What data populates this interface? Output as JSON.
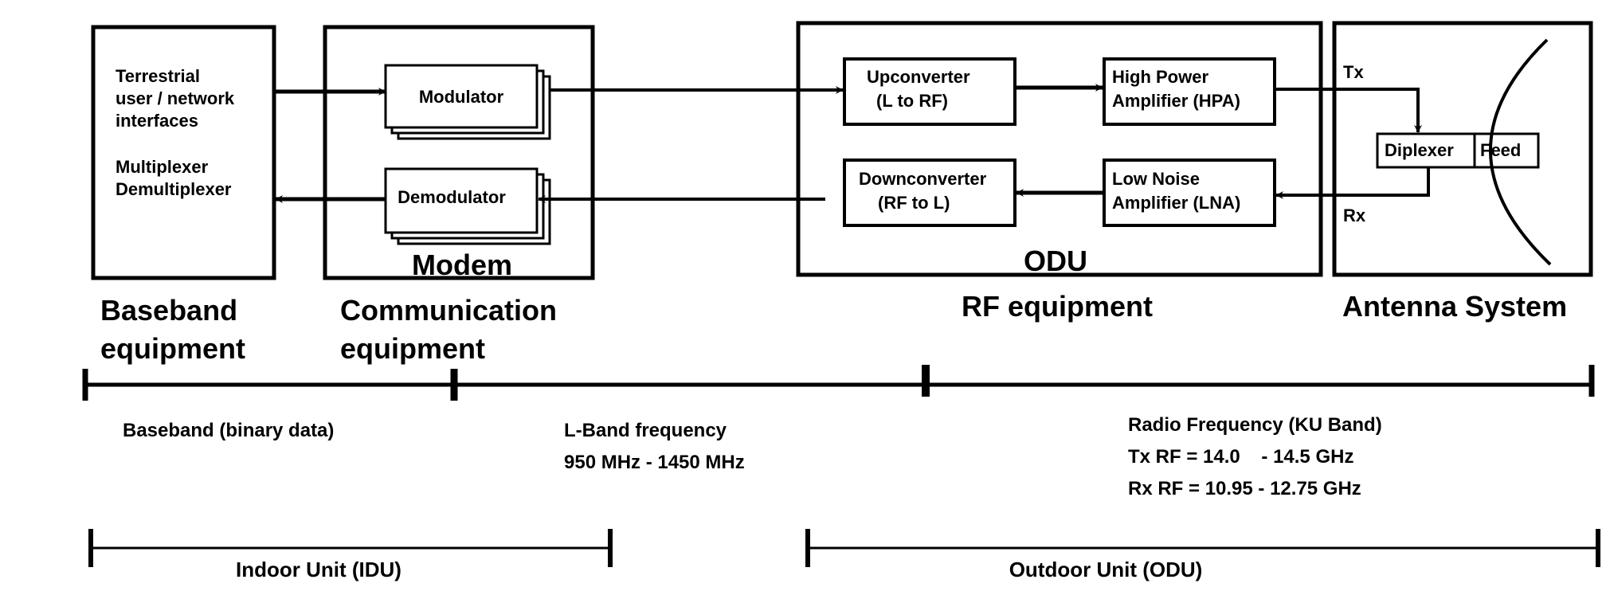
{
  "baseband": {
    "line1": "Terrestrial",
    "line2": "user / network",
    "line3": "interfaces",
    "line4": "Multiplexer",
    "line5": "Demultiplexer",
    "caption_line1": "Baseband",
    "caption_line2": "equipment"
  },
  "modem": {
    "modulator": "Modulator",
    "demodulator": "Demodulator",
    "title": "Modem",
    "caption_line1": "Communication",
    "caption_line2": "equipment"
  },
  "odu": {
    "upconverter_line1": "Upconverter",
    "upconverter_line2": "(L to RF)",
    "hpa_line1": "High Power",
    "hpa_line2": "Amplifier (HPA)",
    "downconverter_line1": "Downconverter",
    "downconverter_line2": "(RF to L)",
    "lna_line1": "Low Noise",
    "lna_line2": "Amplifier (LNA)",
    "title": "ODU",
    "caption": "RF equipment"
  },
  "antenna": {
    "tx": "Tx",
    "rx": "Rx",
    "diplexer": "Diplexer",
    "feed": "Feed",
    "caption": "Antenna System"
  },
  "bands": {
    "baseband": "Baseband (binary data)",
    "lband_line1": "L-Band frequency",
    "lband_line2": "950 MHz - 1450 MHz",
    "rf_line1": "Radio Frequency (KU Band)",
    "rf_line2": "Tx RF = 14.0    - 14.5 GHz",
    "rf_line3": "Rx RF = 10.95 - 12.75 GHz"
  },
  "units": {
    "idu": "Indoor Unit (IDU)",
    "odu": "Outdoor Unit (ODU)"
  }
}
